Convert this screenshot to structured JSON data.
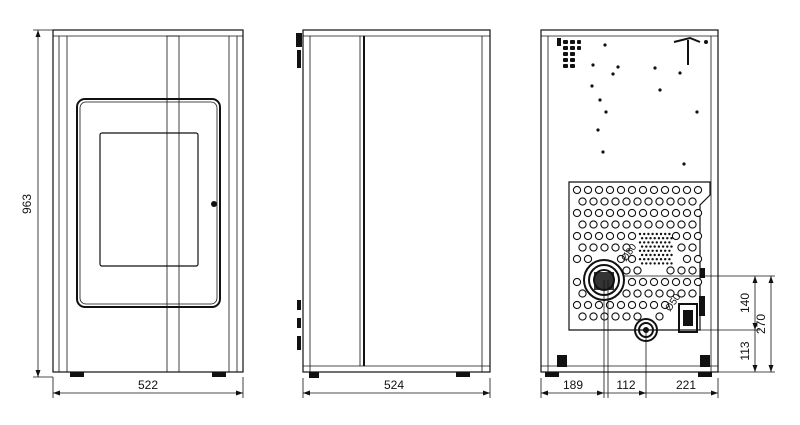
{
  "dimensions": {
    "front_height": "963",
    "front_width": "522",
    "side_depth": "524",
    "rear_offset_left": "189",
    "rear_spacing_middle": "112",
    "rear_offset_right": "221",
    "rear_height_140": "140",
    "rear_height_270": "270",
    "rear_height_113": "113",
    "rear_diameter_upper": "Ø80",
    "rear_diameter_lower": "Ø50"
  },
  "colors": {
    "line": "#111111",
    "background": "#ffffff"
  }
}
